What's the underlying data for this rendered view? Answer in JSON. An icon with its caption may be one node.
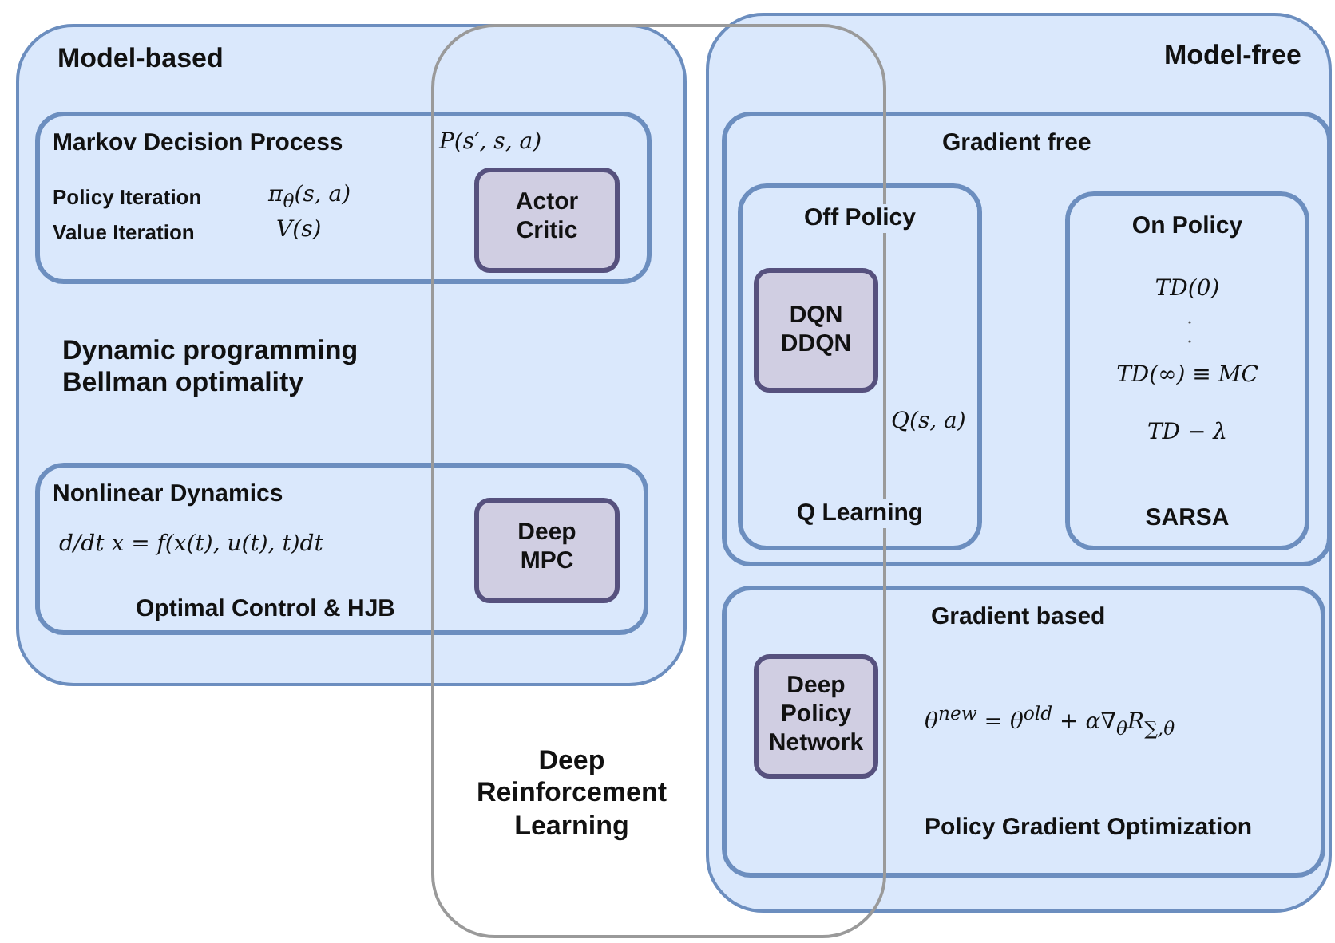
{
  "diagram": {
    "nodes": [
      {
        "text": [
          "Model-based",
          "Dynamic programming Bellman optimality"
        ]
      },
      {
        "text": [
          "Markov Decision Process",
          "P(s′, s, a)",
          "Policy Iteration",
          "π$_{θ}$(s, a)",
          "Value Iteration",
          "V(s)"
        ],
        "in": 0
      },
      {
        "text": [
          "Actor Critic"
        ]
      },
      {
        "text": [
          "Nonlinear Dynamics",
          "d/dt x = f(x(t), u(t), t)dt",
          "Optimal Control & HJB"
        ],
        "in": 0
      },
      {
        "text": [
          "Deep MPC"
        ]
      },
      {
        "text": [
          "Deep Reinforcement Learning"
        ]
      },
      {
        "text": [
          "Model-free"
        ]
      },
      {
        "text": [
          "Gradient free"
        ],
        "in": 6
      },
      {
        "text": [
          "Off Policy",
          "Q(s, a)",
          "Q Learning"
        ],
        "in": 7
      },
      {
        "text": [
          "DQN DDQN"
        ]
      },
      {
        "text": [
          "On Policy",
          "TD(0)",
          "TD(∞) ≡ MC",
          "TD − λ",
          "SARSA"
        ],
        "in": 7
      },
      {
        "text": [
          "Gradient based",
          "θ$^{new}$ = θ$^{old}$ + α∇$_{θ}$R$_{∑,θ}$",
          "Policy Gradient Optimization"
        ],
        "in": 6
      },
      {
        "text": [
          "Deep Policy Network"
        ]
      }
    ]
  }
}
